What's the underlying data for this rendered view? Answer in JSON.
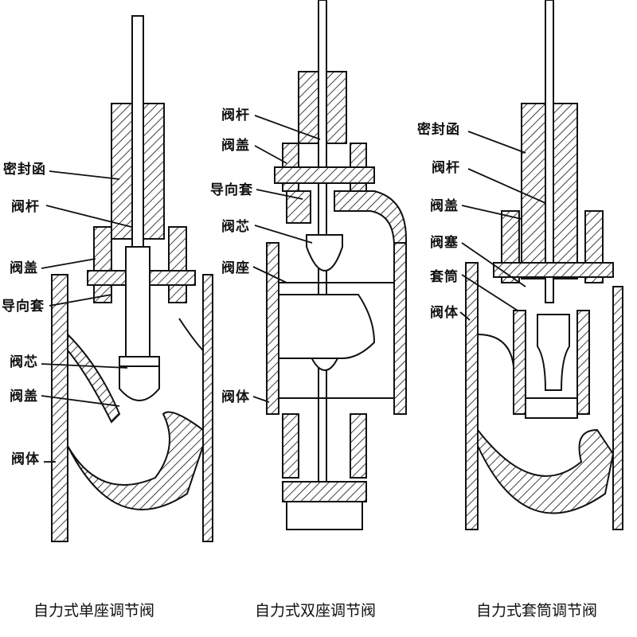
{
  "valves": [
    {
      "caption": "自力式单座调节阀",
      "labels": [
        "密封函",
        "阀杆",
        "阀盖",
        "导向套",
        "阀芯",
        "阀盖",
        "阀体"
      ]
    },
    {
      "caption": "自力式双座调节阀",
      "labels": [
        "阀杆",
        "阀盖",
        "导向套",
        "阀芯",
        "阀座",
        "阀体"
      ]
    },
    {
      "caption": "自力式套筒调节阀",
      "labels": [
        "密封函",
        "阀杆",
        "阀盖",
        "阀塞",
        "套筒",
        "阀体"
      ]
    }
  ],
  "colors": {
    "ink": "#111111",
    "background": "#ffffff"
  }
}
